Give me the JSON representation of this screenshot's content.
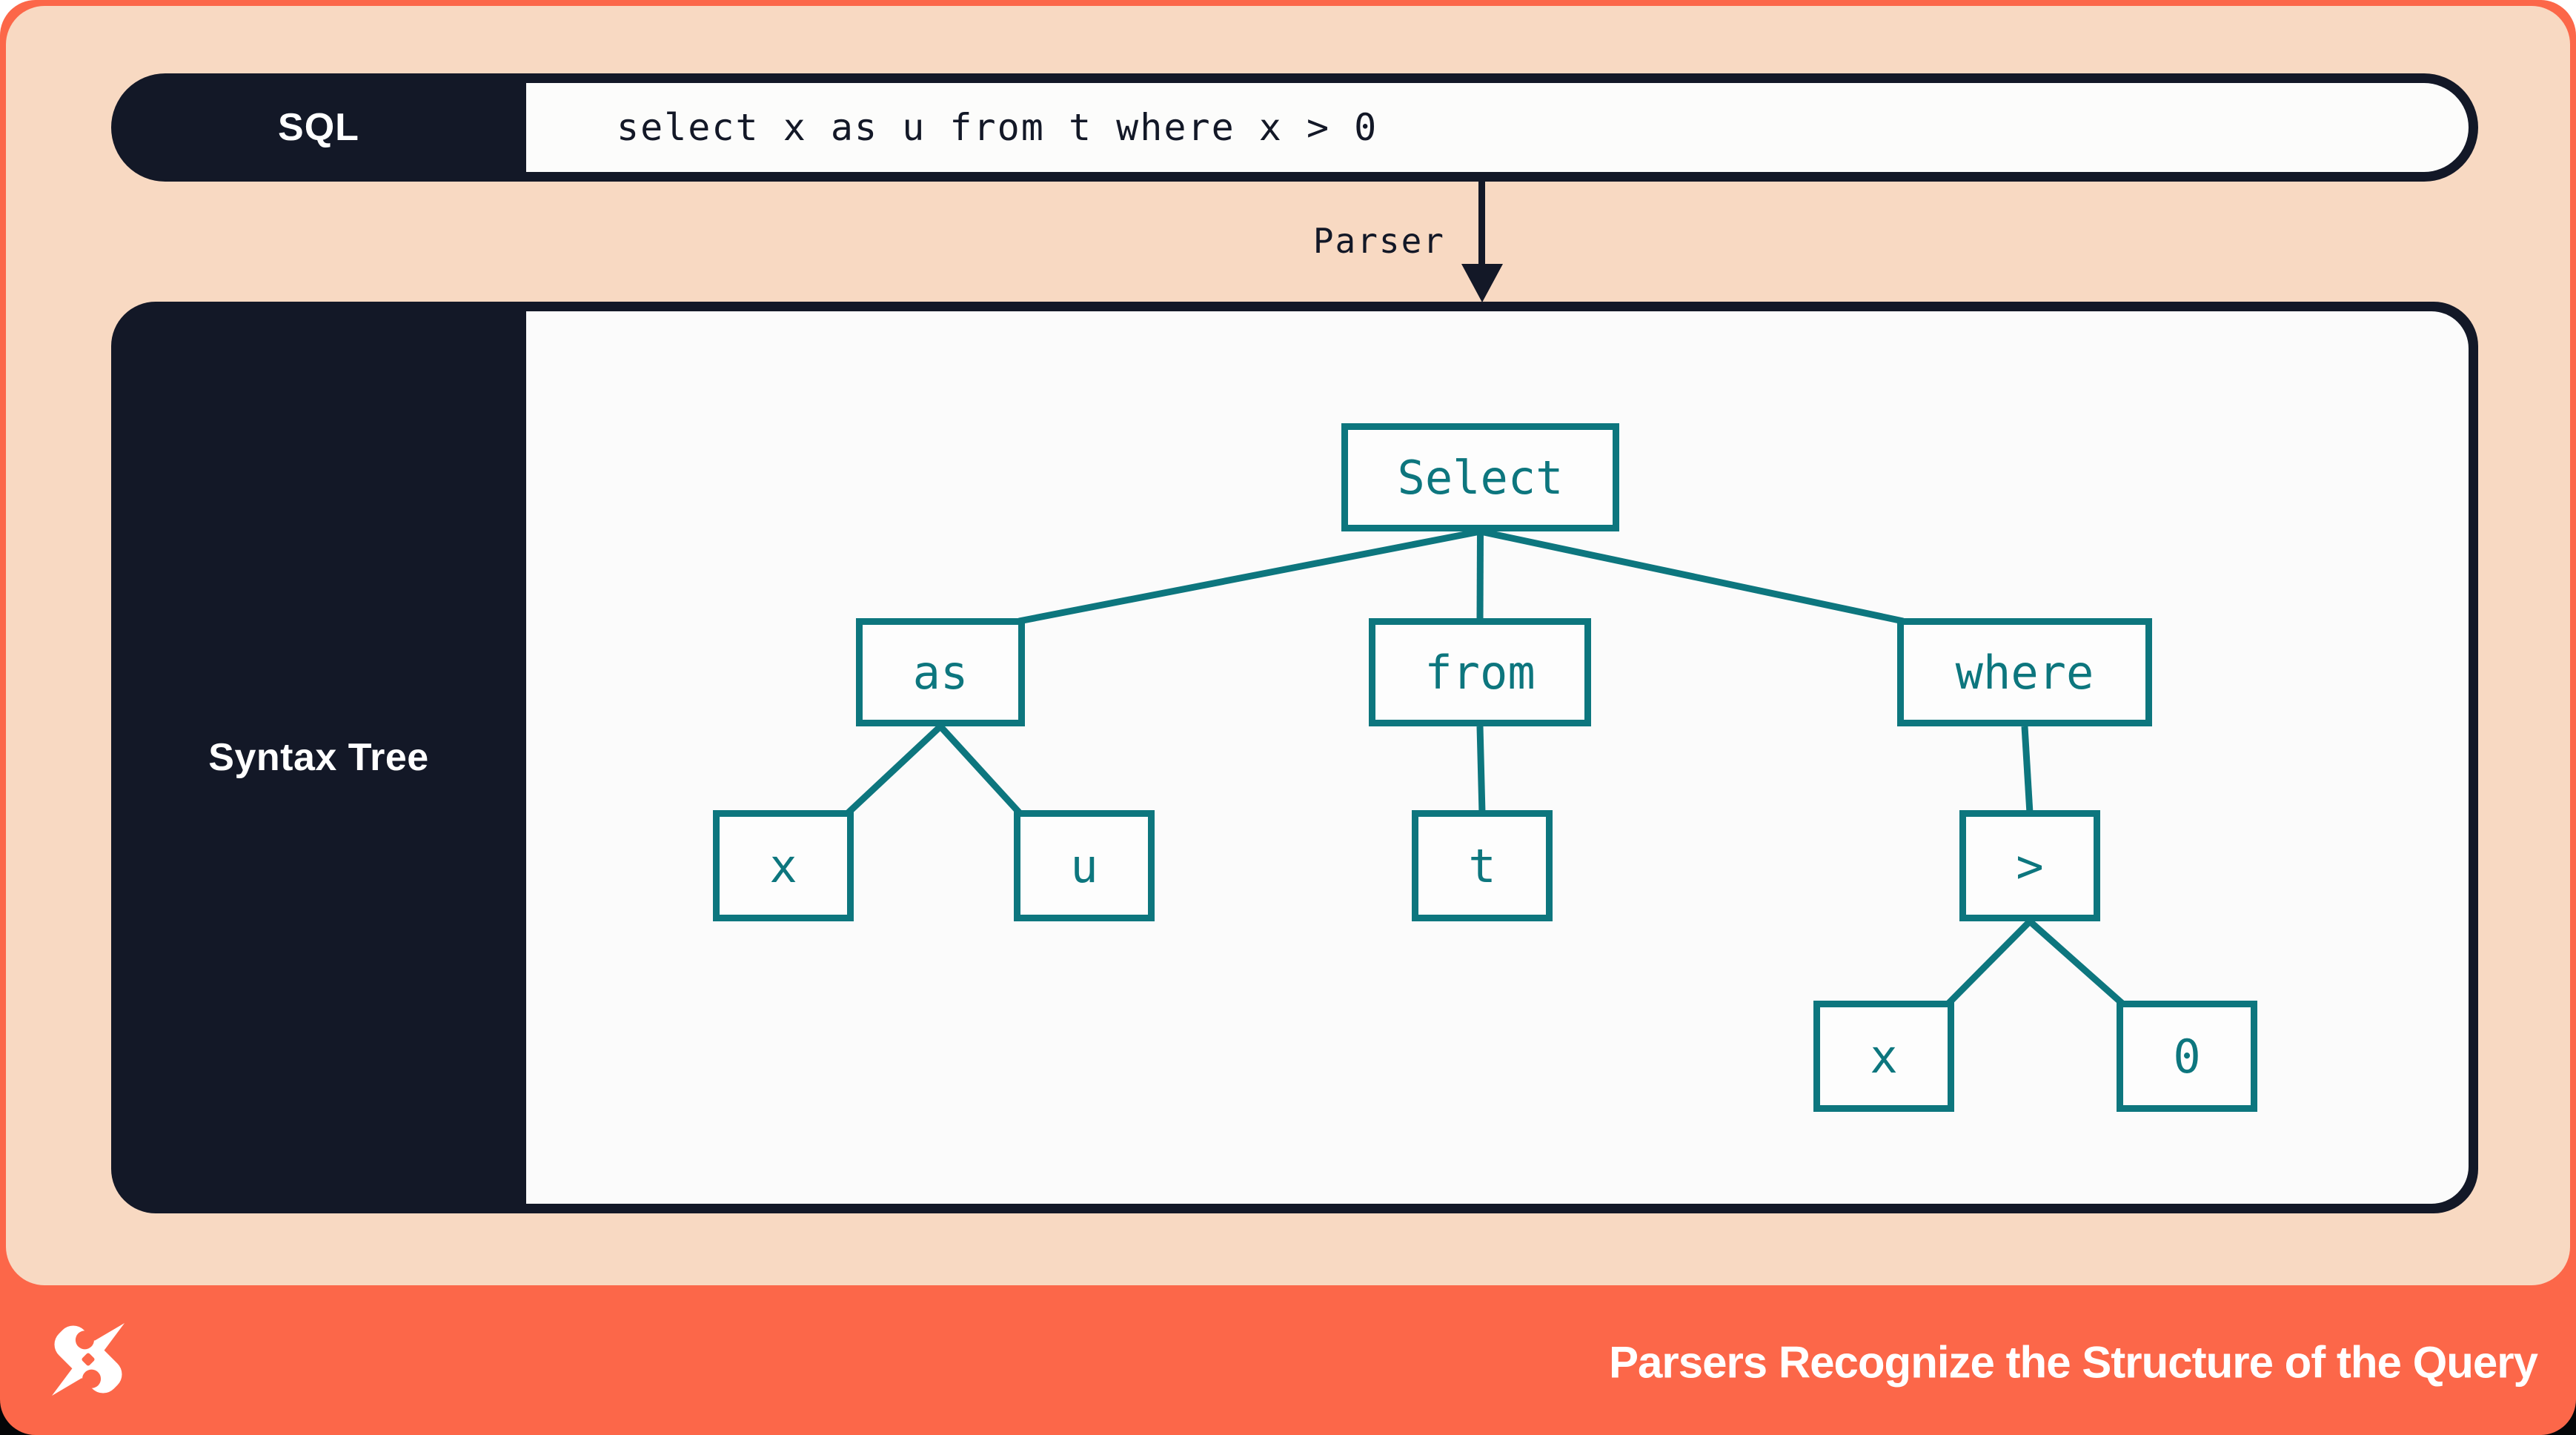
{
  "colors": {
    "orange": "#fc6749",
    "peach": "#f8d9c2",
    "navy": "#131827",
    "teal": "#0d767e",
    "content_white": "#fbfbfb"
  },
  "sql_bar": {
    "label": "SQL",
    "code": "select x as u from t where x > 0"
  },
  "parser": {
    "label": "Parser"
  },
  "syntax_tree": {
    "panel_label": "Syntax Tree",
    "nodes": [
      {
        "id": "select",
        "label": "Select",
        "children": [
          "as",
          "from",
          "where"
        ]
      },
      {
        "id": "as",
        "label": "as",
        "children": [
          "x1",
          "u"
        ]
      },
      {
        "id": "from",
        "label": "from",
        "children": [
          "t"
        ]
      },
      {
        "id": "where",
        "label": "where",
        "children": [
          "gt"
        ]
      },
      {
        "id": "x1",
        "label": "x",
        "children": []
      },
      {
        "id": "u",
        "label": "u",
        "children": []
      },
      {
        "id": "t",
        "label": "t",
        "children": []
      },
      {
        "id": "gt",
        "label": ">",
        "children": [
          "x2",
          "zero"
        ]
      },
      {
        "id": "x2",
        "label": "x",
        "children": []
      },
      {
        "id": "zero",
        "label": "0",
        "children": []
      }
    ]
  },
  "footer": {
    "logo": "dbt-logo",
    "caption": "Parsers Recognize the Structure of the Query"
  }
}
